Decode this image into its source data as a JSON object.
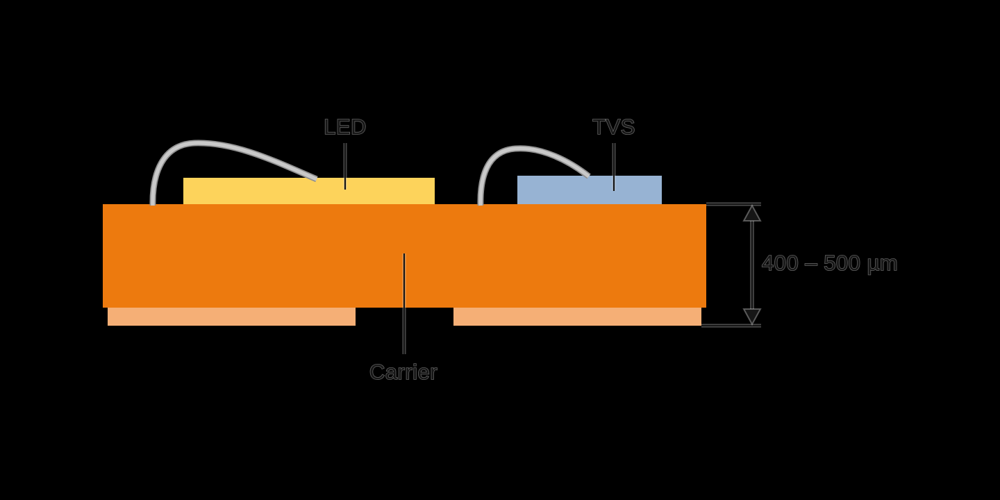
{
  "labels": {
    "led": "LED",
    "tvs": "TVS",
    "carrier": "Carrier",
    "thickness_dimension": "400 – 500 µm"
  },
  "colors": {
    "background": "#000000",
    "carrier": "#ED7A0E",
    "solder_pad": "#F5AF76",
    "led_die": "#FDD35B",
    "tvs_die": "#97B3D3",
    "bond_wire": "#C9C9C9",
    "bond_wire_edge": "#8F8F8F",
    "annotation": "#161616"
  }
}
